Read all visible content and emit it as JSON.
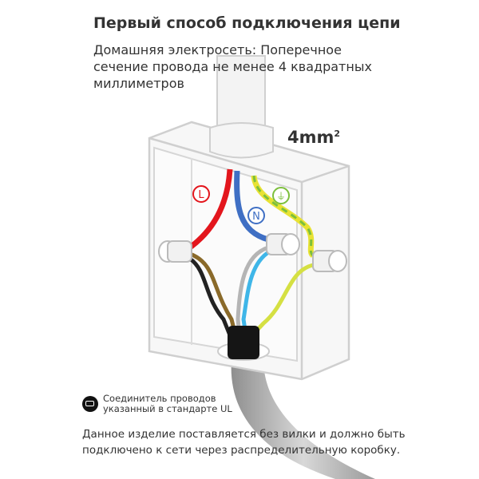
{
  "header": {
    "title": "Первый способ подключения цепи",
    "subtitle": "Домашняя электросеть: Поперечное сечение провода не менее 4 квадратных миллиметров"
  },
  "diagram": {
    "wire_size": "4mm",
    "wire_size_sup": "2",
    "labels": {
      "live": "L",
      "neutral": "N",
      "earth": "⏚"
    },
    "colors": {
      "live": "#e3161d",
      "neutral": "#3f6fc4",
      "earth_green": "#7cbf3c",
      "earth_yellow": "#e8e234",
      "brown": "#8a6a2a",
      "black": "#222222",
      "grey": "#b5b5b5",
      "light_blue": "#3fb6e8"
    }
  },
  "note": {
    "icon": "wire-connector-icon",
    "text_line1": "Соединитель проводов",
    "text_line2": "указанный в стандарте UL"
  },
  "footer": {
    "text": "Данное изделие поставляется без вилки и должно быть подключено к сети через распределительную коробку."
  }
}
